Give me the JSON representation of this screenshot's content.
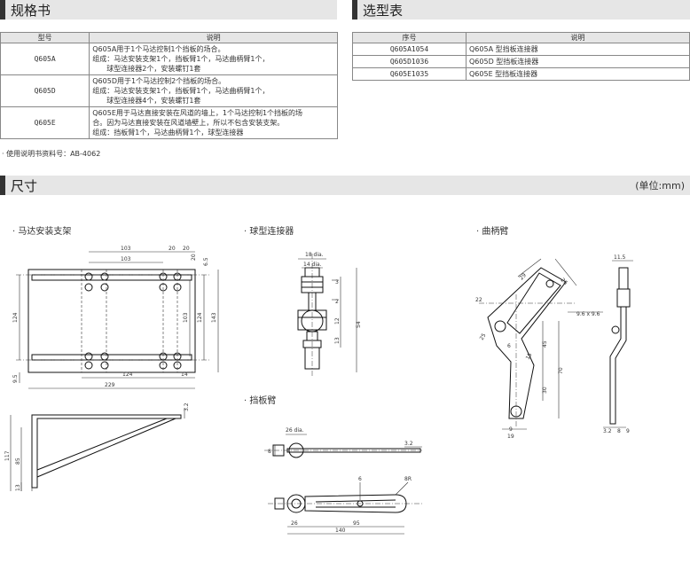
{
  "spec": {
    "title": "规格书",
    "col_model": "型号",
    "col_desc": "说明",
    "rows": [
      {
        "model": "Q605A",
        "lines": [
          "Q605A用于1个马达控制1个挡板的场合。",
          "组成：马达安装支架1个，挡板臂1个，马达曲柄臂1个，",
          "　　球型连接器2个，安装螺钉1套"
        ]
      },
      {
        "model": "Q605D",
        "lines": [
          "Q605D用于1个马达控制2个挡板的场合。",
          "组成：马达安装支架1个，挡板臂1个，马达曲柄臂1个，",
          "　　球型连接器4个，安装螺钉1套"
        ]
      },
      {
        "model": "Q605E",
        "lines": [
          "Q605E用于马达直接安装在风道的墙上，1个马达控制1个挡板的场",
          "合。因为马达直接安装在风道墙壁上，所以不包含安装支架。",
          "组成：挡板臂1个，马达曲柄臂1个，球型连接器"
        ]
      }
    ],
    "note": "· 使用说明书资料号：AB-4062"
  },
  "selection": {
    "title": "选型表",
    "col_no": "序号",
    "col_desc": "说明",
    "rows": [
      {
        "no": "Q605A1054",
        "desc": "Q605A 型挡板连接器"
      },
      {
        "no": "Q605D1036",
        "desc": "Q605D 型挡板连接器"
      },
      {
        "no": "Q605E1035",
        "desc": "Q605E 型挡板连接器"
      }
    ]
  },
  "dimensions": {
    "title": "尺寸",
    "unit": "(单位:mm)",
    "bracket_label": "· 马达安装支架",
    "ball_label": "· 球型连接器",
    "crank_label": "· 曲柄臂",
    "damper_label": "· 挡板臂",
    "bracket_dims": {
      "d103a": "103",
      "d20a": "20",
      "d20b": "20",
      "d103b": "103",
      "d20c": "20",
      "d6_5": "6.5",
      "d124l": "124",
      "d103r": "103",
      "d124r": "124",
      "d143": "143",
      "d124b": "124",
      "d14": "14",
      "d229": "229",
      "d9_5": "9.5",
      "d3_2": "3.2",
      "d117": "117",
      "d85": "85",
      "d13": "13"
    },
    "ball_dims": {
      "dia18": "18 dia.",
      "dia14": "14 dia.",
      "d54": "54",
      "d12": "12",
      "d13": "13",
      "d3": "3",
      "d2": "2"
    },
    "crank_dims": {
      "d11_5": "11.5",
      "d29": "29",
      "d26": "26",
      "d22": "22",
      "d9_6": "9.6 x 9.6",
      "d25": "25",
      "d6": "6",
      "d70": "70",
      "d15": "15",
      "d45": "45",
      "d30": "30",
      "d19": "19",
      "d9": "9",
      "d3_2": "3.2",
      "d8": "8",
      "d9b": "9"
    },
    "damper_dims": {
      "dia26": "26 dia.",
      "d8": "8",
      "d3_2": "3.2",
      "d6": "6",
      "r8": "8R",
      "d26": "26",
      "d95": "95",
      "d140": "140"
    }
  }
}
